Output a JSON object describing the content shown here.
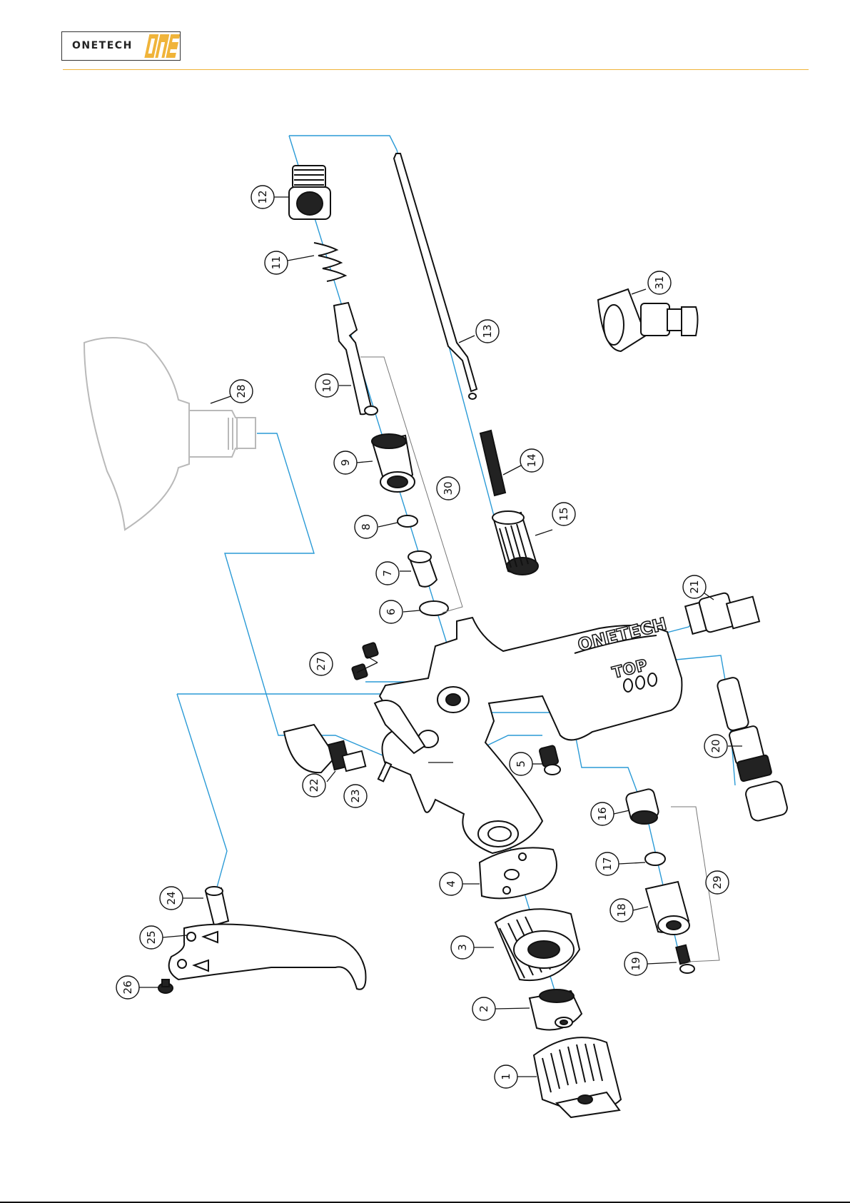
{
  "header": {
    "brand": "ONETECH",
    "logo_mark": "ONE",
    "accent_color": "#f0b43a"
  },
  "diagram": {
    "gun_body_text": "ONETECH",
    "gun_body_model": "TOP",
    "callouts": [
      "1",
      "2",
      "3",
      "4",
      "5",
      "6",
      "7",
      "8",
      "9",
      "10",
      "11",
      "12",
      "13",
      "14",
      "15",
      "16",
      "17",
      "18",
      "19",
      "20",
      "21",
      "22",
      "23",
      "24",
      "25",
      "26",
      "27",
      "28",
      "29",
      "30",
      "31"
    ]
  }
}
